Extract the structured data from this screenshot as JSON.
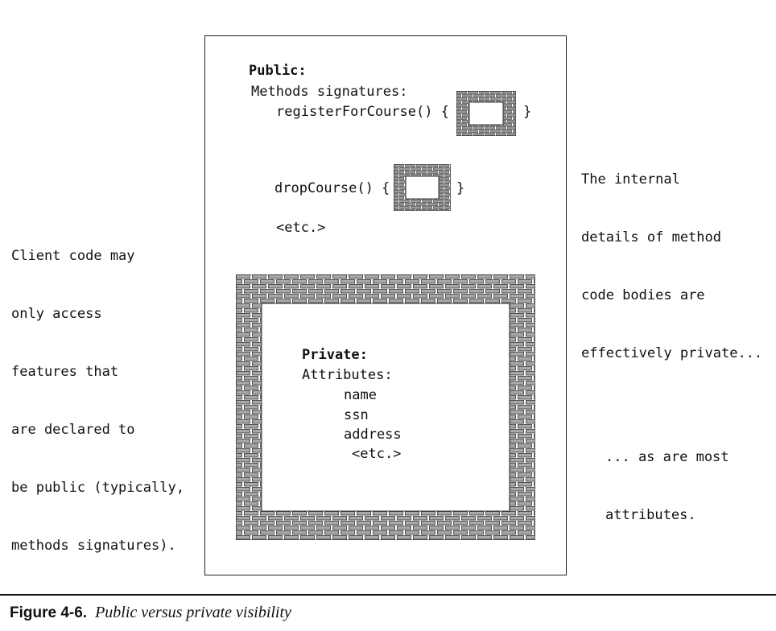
{
  "object": {
    "public_heading": "Public:",
    "methods_heading": "Methods signatures:",
    "method1_text": "registerForCourse() {",
    "method1_close": "}",
    "method2_text": "dropCourse() {",
    "method2_close": "}",
    "public_etc": "<etc.>",
    "private_heading": "Private:",
    "attributes_heading": "Attributes:",
    "attributes": [
      "name",
      "ssn",
      "address",
      "<etc.>"
    ]
  },
  "annotations": {
    "left": [
      "Client code may",
      "only access",
      "features that",
      "are declared to",
      "be public (typically,",
      "methods signatures)."
    ],
    "right_top": [
      "The internal",
      "details of method",
      "code bodies are",
      "effectively private..."
    ],
    "right_bottom": [
      "... as are most",
      "attributes."
    ]
  },
  "caption": {
    "figure_label": "Figure 4-6.",
    "title": "Public versus private visibility"
  },
  "colors": {
    "brick_fill": "#a8a8a8",
    "brick_stroke": "#333333",
    "border": "#222222"
  }
}
